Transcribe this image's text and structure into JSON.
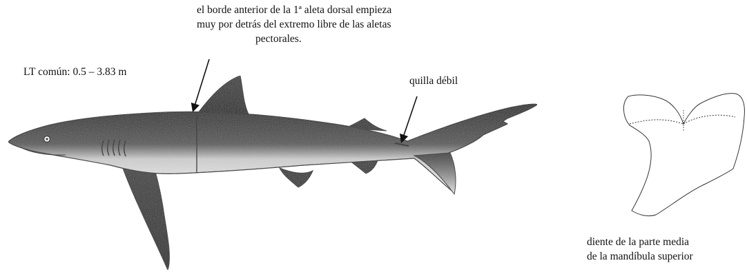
{
  "annotations": {
    "dorsal_note": [
      "el borde anterior de la 1ª aleta dorsal empieza",
      "muy por detrás del extremo libre de las aletas",
      "pectorales."
    ],
    "total_length": "LT común: 0.5 – 3.83 m",
    "keel": "quilla débil",
    "tooth_caption": [
      "diente de la parte media",
      "de la mandíbula superior"
    ]
  },
  "colors": {
    "ink": "#111111",
    "shark_dark": "#2a2a2a",
    "shark_light": "#e9e9e9"
  }
}
